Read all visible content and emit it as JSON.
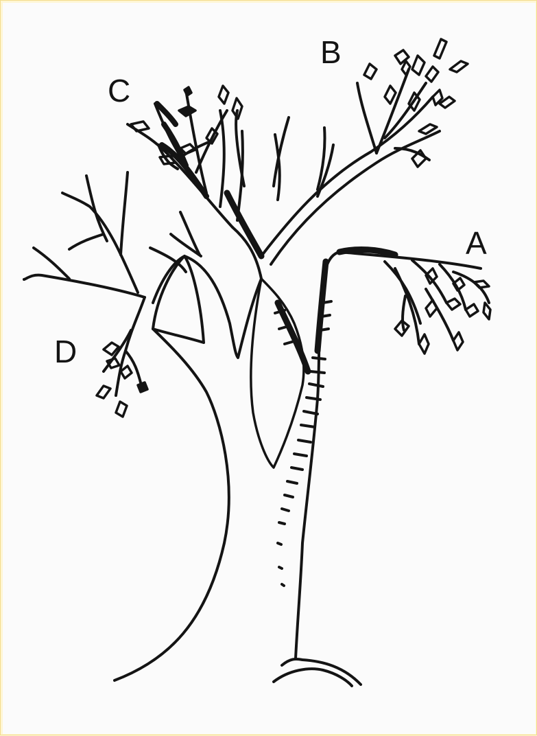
{
  "labels": {
    "a": "A",
    "b": "B",
    "c": "C",
    "d": "D"
  },
  "colors": {
    "page": "#fef6d4",
    "border": "#f3dc8b",
    "panel": "#fbfbfb",
    "ink": "#141414"
  }
}
